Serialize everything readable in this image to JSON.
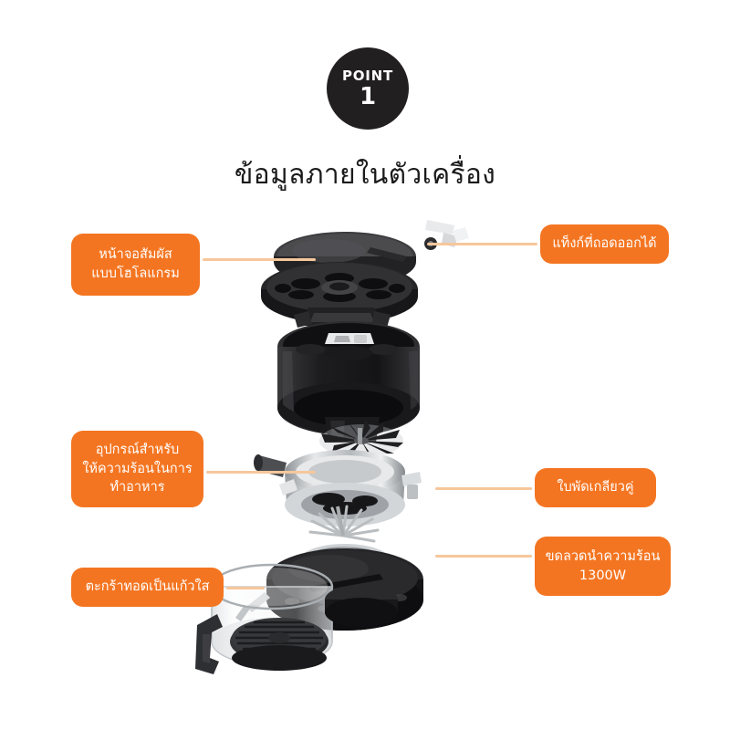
{
  "badge": {
    "word": "POINT",
    "number": "1",
    "bg_color": "#221f20",
    "text_color": "#ffffff"
  },
  "heading": {
    "text": "ข้อมูลภายในตัวเครื่อง"
  },
  "theme": {
    "accent_orange": "#f47521",
    "connector_line": "#f6c79b",
    "background": "#ffffff",
    "dark": "#221f20"
  },
  "callouts": [
    {
      "id": "touchscreen",
      "text": "หน้าจอสัมผัส\nแบบโฮโลแกรม",
      "side": "left",
      "name": "callout-touchscreen"
    },
    {
      "id": "tank",
      "text": "แท็งก์ที่ถอดออกได้",
      "side": "right",
      "name": "callout-removable-tank"
    },
    {
      "id": "heater",
      "text": "อุปกรณ์สำหรับ\nให้ความร้อนในการ\nทำอาหาร",
      "side": "left",
      "name": "callout-heating-device"
    },
    {
      "id": "fan",
      "text": "ใบพัดเกลียวคู่",
      "side": "right",
      "name": "callout-dual-spiral-fan"
    },
    {
      "id": "coil",
      "text": "ขดลวดนำความร้อน\n1300W",
      "side": "right",
      "name": "callout-heating-coil"
    },
    {
      "id": "basket",
      "text": "ตะกร้าทอดเป็นแก้วใส",
      "side": "left",
      "name": "callout-glass-basket"
    }
  ],
  "product": {
    "alt": "exploded view of air fryer components",
    "parts": [
      "lid-top-cover",
      "control-panel-assembly",
      "upper-housing-bracket",
      "main-body-shell",
      "fan-blade-assembly",
      "motor-housing",
      "heating-coil-base",
      "glass-frying-basket",
      "grill-plate"
    ]
  }
}
